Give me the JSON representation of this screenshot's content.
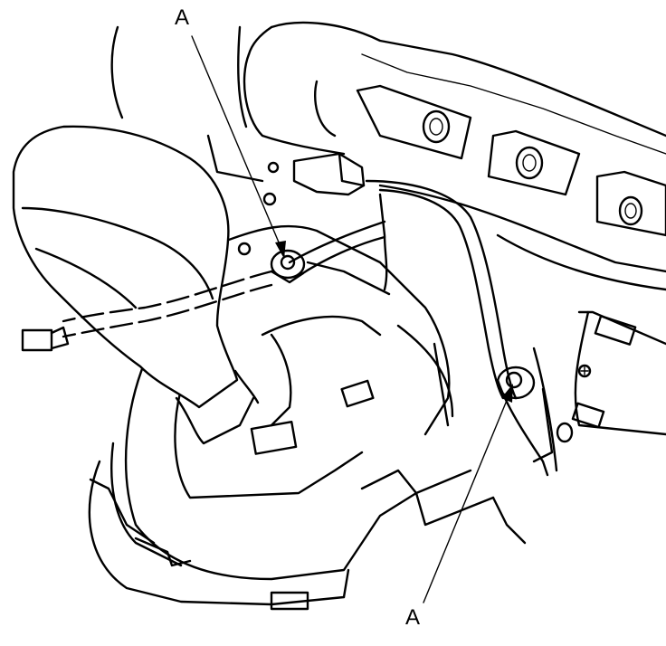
{
  "diagram": {
    "callouts": [
      {
        "id": "top",
        "label": "A"
      },
      {
        "id": "bottom",
        "label": "A"
      }
    ]
  },
  "colors": {
    "line": "#000000",
    "background": "#ffffff"
  }
}
